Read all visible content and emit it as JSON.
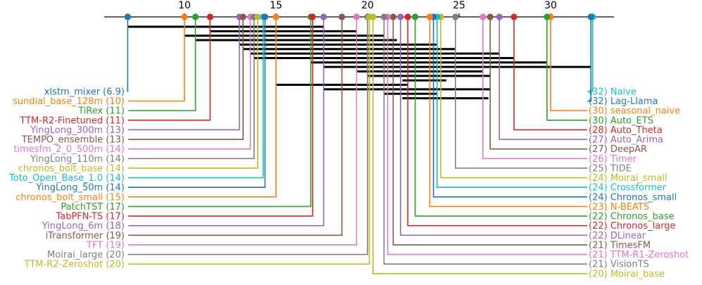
{
  "chart_data": {
    "type": "critical-difference",
    "axis": {
      "min": 6,
      "max": 33.5,
      "ticks": [
        10,
        15,
        20,
        25,
        30
      ],
      "tick_labels": [
        "10",
        "15",
        "20",
        "25",
        "30"
      ]
    },
    "models": [
      {
        "name": "xlstm_mixer",
        "rank": 6.9,
        "rank_label": "6.9",
        "color": "#1f77b4",
        "side": "left"
      },
      {
        "name": "sundial_base_128m",
        "rank": 10.0,
        "rank_label": "10",
        "color": "#ff7f0e",
        "side": "left"
      },
      {
        "name": "TiRex",
        "rank": 10.6,
        "rank_label": "11",
        "color": "#2ca02c",
        "side": "left"
      },
      {
        "name": "TTM-R2-Finetuned",
        "rank": 11.4,
        "rank_label": "11",
        "color": "#d62728",
        "side": "left"
      },
      {
        "name": "YingLong_300m",
        "rank": 13.0,
        "rank_label": "13",
        "color": "#9467bd",
        "side": "left"
      },
      {
        "name": "TEMPO_ensemble",
        "rank": 13.2,
        "rank_label": "13",
        "color": "#8c564b",
        "side": "left"
      },
      {
        "name": "timesfm_2_0_500m",
        "rank": 13.6,
        "rank_label": "14",
        "color": "#e377c2",
        "side": "left"
      },
      {
        "name": "YingLong_110m",
        "rank": 13.8,
        "rank_label": "14",
        "color": "#7f7f7f",
        "side": "left"
      },
      {
        "name": "chronos_bolt_base",
        "rank": 14.0,
        "rank_label": "14",
        "color": "#bcbd22",
        "side": "left"
      },
      {
        "name": "Toto_Open_Base_1.0",
        "rank": 14.3,
        "rank_label": "14",
        "color": "#17becf",
        "side": "left"
      },
      {
        "name": "YingLong_50m",
        "rank": 14.4,
        "rank_label": "14",
        "color": "#1f77b4",
        "side": "left"
      },
      {
        "name": "chronos_bolt_small",
        "rank": 15.0,
        "rank_label": "15",
        "color": "#ff7f0e",
        "side": "left"
      },
      {
        "name": "PatchTST",
        "rank": 16.9,
        "rank_label": "17",
        "color": "#2ca02c",
        "side": "left"
      },
      {
        "name": "TabPFN-TS",
        "rank": 17.0,
        "rank_label": "17",
        "color": "#d62728",
        "side": "left"
      },
      {
        "name": "YingLong_6m",
        "rank": 17.6,
        "rank_label": "18",
        "color": "#9467bd",
        "side": "left"
      },
      {
        "name": "iTransformer",
        "rank": 18.6,
        "rank_label": "19",
        "color": "#8c564b",
        "side": "left"
      },
      {
        "name": "TFT",
        "rank": 19.4,
        "rank_label": "19",
        "color": "#e377c2",
        "side": "left"
      },
      {
        "name": "Moirai_large",
        "rank": 20.0,
        "rank_label": "20",
        "color": "#7f7f7f",
        "side": "left"
      },
      {
        "name": "TTM-R2-Zeroshot",
        "rank": 20.1,
        "rank_label": "20",
        "color": "#bcbd22",
        "side": "left"
      },
      {
        "name": "Moirai_base",
        "rank": 20.3,
        "rank_label": "20",
        "color": "#bcbd22",
        "side": "right"
      },
      {
        "name": "VisionTS",
        "rank": 20.9,
        "rank_label": "21",
        "color": "#7f7f7f",
        "side": "right"
      },
      {
        "name": "TTM-R1-Zeroshot",
        "rank": 21.1,
        "rank_label": "21",
        "color": "#e377c2",
        "side": "right"
      },
      {
        "name": "TimesFM",
        "rank": 21.4,
        "rank_label": "21",
        "color": "#8c564b",
        "side": "right"
      },
      {
        "name": "DLinear",
        "rank": 21.8,
        "rank_label": "22",
        "color": "#9467bd",
        "side": "right"
      },
      {
        "name": "Chronos_large",
        "rank": 22.2,
        "rank_label": "22",
        "color": "#d62728",
        "side": "right"
      },
      {
        "name": "Chronos_base",
        "rank": 22.6,
        "rank_label": "22",
        "color": "#2ca02c",
        "side": "right"
      },
      {
        "name": "N-BEATS",
        "rank": 23.4,
        "rank_label": "23",
        "color": "#ff7f0e",
        "side": "right"
      },
      {
        "name": "Chronos_small",
        "rank": 23.6,
        "rank_label": "24",
        "color": "#1f77b4",
        "side": "right"
      },
      {
        "name": "Crossformer",
        "rank": 23.8,
        "rank_label": "24",
        "color": "#17becf",
        "side": "right"
      },
      {
        "name": "Moirai_small",
        "rank": 24.0,
        "rank_label": "24",
        "color": "#bcbd22",
        "side": "right"
      },
      {
        "name": "TIDE",
        "rank": 24.8,
        "rank_label": "25",
        "color": "#7f7f7f",
        "side": "right"
      },
      {
        "name": "Timer",
        "rank": 26.3,
        "rank_label": "26",
        "color": "#e377c2",
        "side": "right"
      },
      {
        "name": "DeepAR",
        "rank": 26.7,
        "rank_label": "27",
        "color": "#8c564b",
        "side": "right"
      },
      {
        "name": "Auto_Arima",
        "rank": 27.2,
        "rank_label": "27",
        "color": "#9467bd",
        "side": "right"
      },
      {
        "name": "Auto_Theta",
        "rank": 28.0,
        "rank_label": "28",
        "color": "#d62728",
        "side": "right"
      },
      {
        "name": "Auto_ETS",
        "rank": 29.8,
        "rank_label": "30",
        "color": "#2ca02c",
        "side": "right"
      },
      {
        "name": "seasonal_naive",
        "rank": 30.0,
        "rank_label": "30",
        "color": "#ff7f0e",
        "side": "right"
      },
      {
        "name": "Lag-Llama",
        "rank": 32.2,
        "rank_label": "32",
        "color": "#1f77b4",
        "side": "right"
      },
      {
        "name": "Naive",
        "rank": 32.3,
        "rank_label": "32",
        "color": "#17becf",
        "side": "right"
      }
    ],
    "cliques": [
      {
        "from": 6.9,
        "to": 17.6
      },
      {
        "from": 11.4,
        "to": 19.4
      },
      {
        "from": 10.0,
        "to": 20.9
      },
      {
        "from": 10.6,
        "to": 21.6
      },
      {
        "from": 13.0,
        "to": 23.8
      },
      {
        "from": 13.2,
        "to": 24.8
      },
      {
        "from": 13.6,
        "to": 27.2
      },
      {
        "from": 13.8,
        "to": 28.0
      },
      {
        "from": 16.9,
        "to": 29.8
      },
      {
        "from": 17.6,
        "to": 32.2
      },
      {
        "from": 19.4,
        "to": 26.3
      },
      {
        "from": 20.0,
        "to": 26.7
      },
      {
        "from": 21.9,
        "to": 24.3
      },
      {
        "from": 15.0,
        "to": 22.2
      },
      {
        "from": 17.6,
        "to": 26.7
      },
      {
        "from": 20.9,
        "to": 23.8
      },
      {
        "from": 21.9,
        "to": 26.6
      }
    ]
  }
}
